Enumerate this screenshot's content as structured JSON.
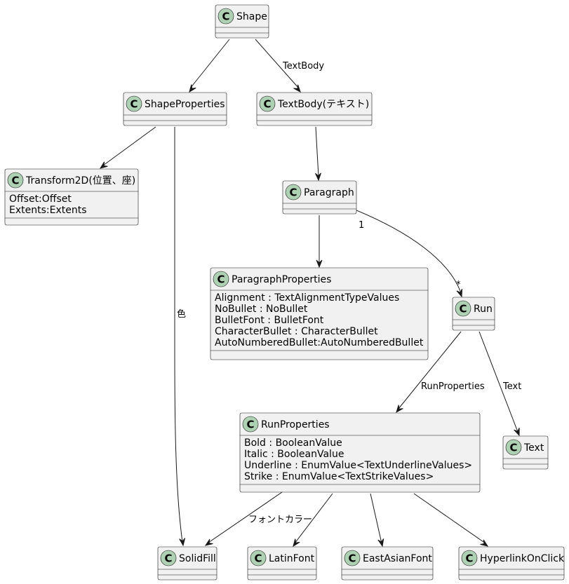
{
  "classes": {
    "shape": {
      "name": "Shape",
      "attrs": []
    },
    "shape_properties": {
      "name": "ShapeProperties",
      "attrs": []
    },
    "text_body": {
      "name": "TextBody(テキスト)",
      "attrs": []
    },
    "transform2d": {
      "name": "Transform2D(位置、座)",
      "attrs": [
        "Offset:Offset",
        "Extents:Extents"
      ]
    },
    "paragraph": {
      "name": "Paragraph",
      "attrs": []
    },
    "paragraph_properties": {
      "name": "ParagraphProperties",
      "attrs": [
        "Alignment : TextAlignmentTypeValues",
        "NoBullet : NoBullet",
        "BulletFont : BulletFont",
        "CharacterBullet : CharacterBullet",
        "AutoNumberedBullet:AutoNumberedBullet"
      ]
    },
    "run": {
      "name": "Run",
      "attrs": []
    },
    "run_properties": {
      "name": "RunProperties",
      "attrs": [
        "Bold : BooleanValue",
        "Italic : BooleanValue",
        "Underline : EnumValue<TextUnderlineValues>",
        "Strike : EnumValue<TextStrikeValues>"
      ]
    },
    "text": {
      "name": "Text",
      "attrs": []
    },
    "solid_fill": {
      "name": "SolidFill",
      "attrs": []
    },
    "latin_font": {
      "name": "LatinFont",
      "attrs": []
    },
    "east_asian_font": {
      "name": "EastAsianFont",
      "attrs": []
    },
    "hyperlink_on_click": {
      "name": "HyperlinkOnClick",
      "attrs": []
    }
  },
  "class_glyph": "C",
  "edges": [
    {
      "from": "shape",
      "to": "shape_properties",
      "label": ""
    },
    {
      "from": "shape",
      "to": "text_body",
      "label": "TextBody"
    },
    {
      "from": "shape_properties",
      "to": "transform2d",
      "label": ""
    },
    {
      "from": "shape_properties",
      "to": "solid_fill",
      "label": "色"
    },
    {
      "from": "text_body",
      "to": "paragraph",
      "label": ""
    },
    {
      "from": "paragraph",
      "to": "paragraph_properties",
      "label": ""
    },
    {
      "from": "paragraph",
      "to": "run",
      "label": "",
      "from_mult": "1",
      "to_mult": "*"
    },
    {
      "from": "run",
      "to": "run_properties",
      "label": "RunProperties"
    },
    {
      "from": "run",
      "to": "text",
      "label": "Text"
    },
    {
      "from": "run_properties",
      "to": "solid_fill",
      "label": "フォントカラー"
    },
    {
      "from": "run_properties",
      "to": "latin_font",
      "label": ""
    },
    {
      "from": "run_properties",
      "to": "east_asian_font",
      "label": ""
    },
    {
      "from": "run_properties",
      "to": "hyperlink_on_click",
      "label": ""
    }
  ],
  "colors": {
    "class_fill": "#f1f1f1",
    "circle_fill": "#add1b2",
    "stroke": "#181818"
  }
}
